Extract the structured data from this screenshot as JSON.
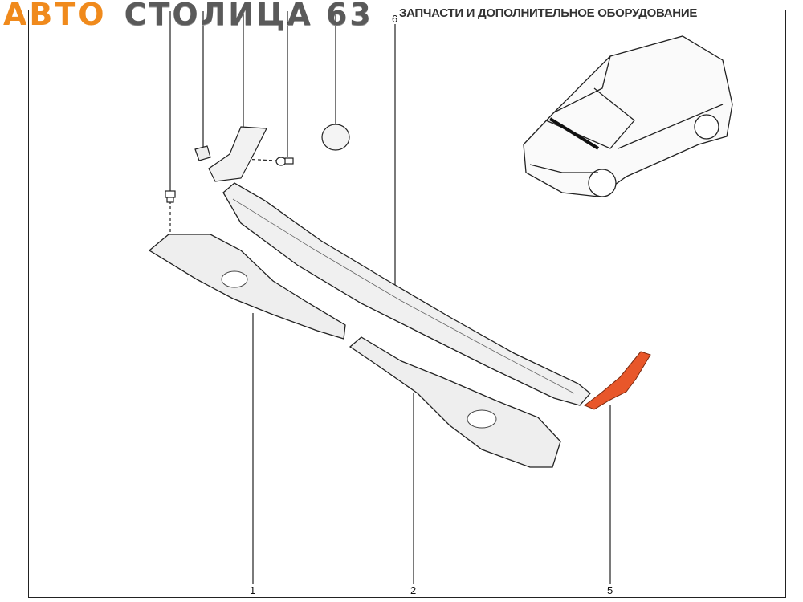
{
  "header": {
    "logo_part1": "АВТО",
    "logo_part2": "СТОЛИЦА 63",
    "tagline": "ЗАПЧАСТИ И ДОПОЛНИТЕЛЬНОЕ ОБОРУДОВАНИЕ"
  },
  "callouts": {
    "part1": "1",
    "part2": "2",
    "part5": "5",
    "part6": "6"
  },
  "colors": {
    "highlight": "#e8572a",
    "line": "#222222",
    "logo_orange": "#f08a1c",
    "logo_gray": "#5a5a5a"
  }
}
